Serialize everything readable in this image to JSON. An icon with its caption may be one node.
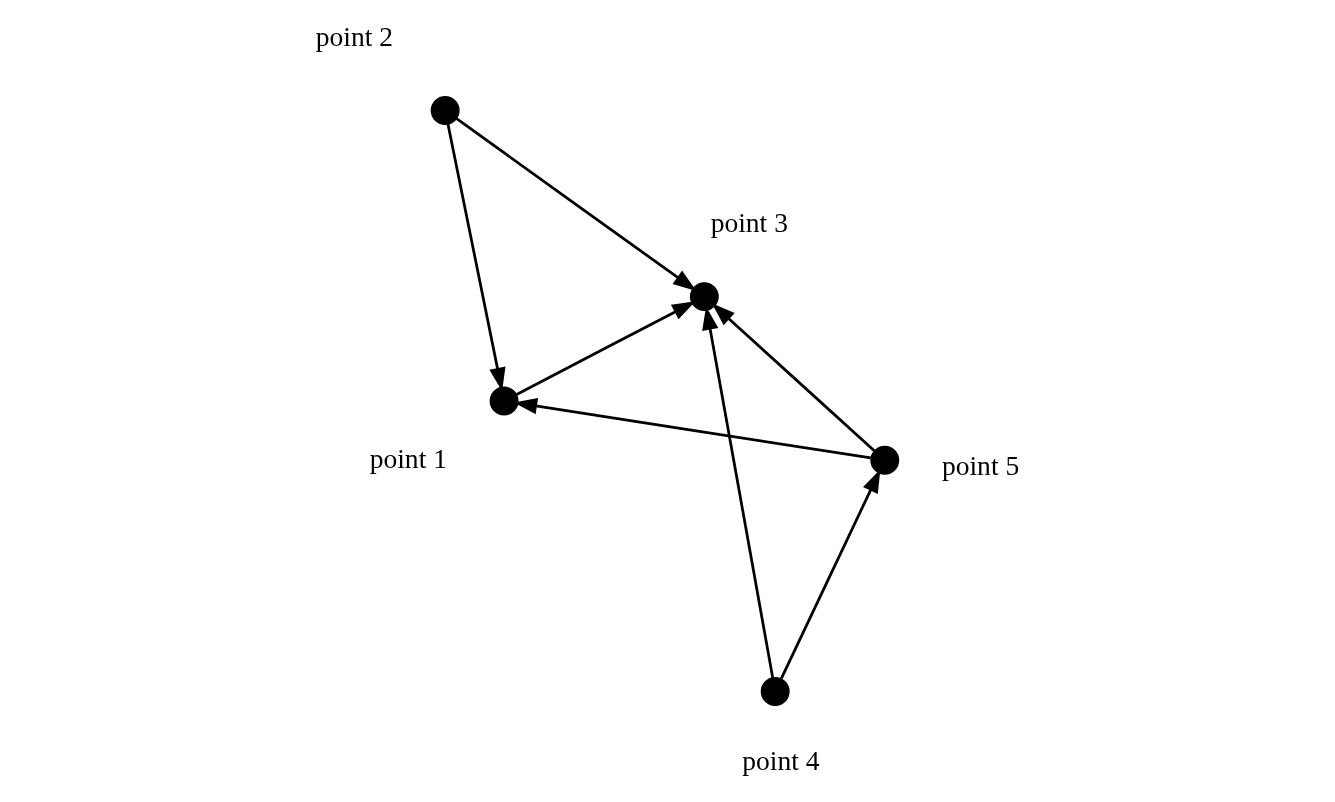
{
  "diagram": {
    "nodes": [
      {
        "text": [],
        "shape": "circle",
        "beside": [
          "point 1"
        ]
      },
      {
        "text": [],
        "shape": "circle",
        "beside": [
          "point 2"
        ]
      },
      {
        "text": [],
        "shape": "circle",
        "beside": [
          "point 3"
        ]
      },
      {
        "text": [],
        "shape": "circle",
        "beside": [
          "point 4"
        ]
      },
      {
        "text": [],
        "shape": "circle",
        "beside": [
          "point 5"
        ]
      }
    ],
    "edges": [
      {
        "from": 1,
        "to": 0,
        "arrow": "to"
      },
      {
        "from": 0,
        "to": 2,
        "arrow": "to"
      },
      {
        "from": 4,
        "to": 0,
        "arrow": "to"
      },
      {
        "from": 1,
        "to": 2,
        "arrow": "to"
      },
      {
        "from": 4,
        "to": 2,
        "arrow": "to"
      },
      {
        "from": 3,
        "to": 2,
        "arrow": "to"
      },
      {
        "from": 3,
        "to": 4,
        "arrow": "to"
      }
    ]
  }
}
